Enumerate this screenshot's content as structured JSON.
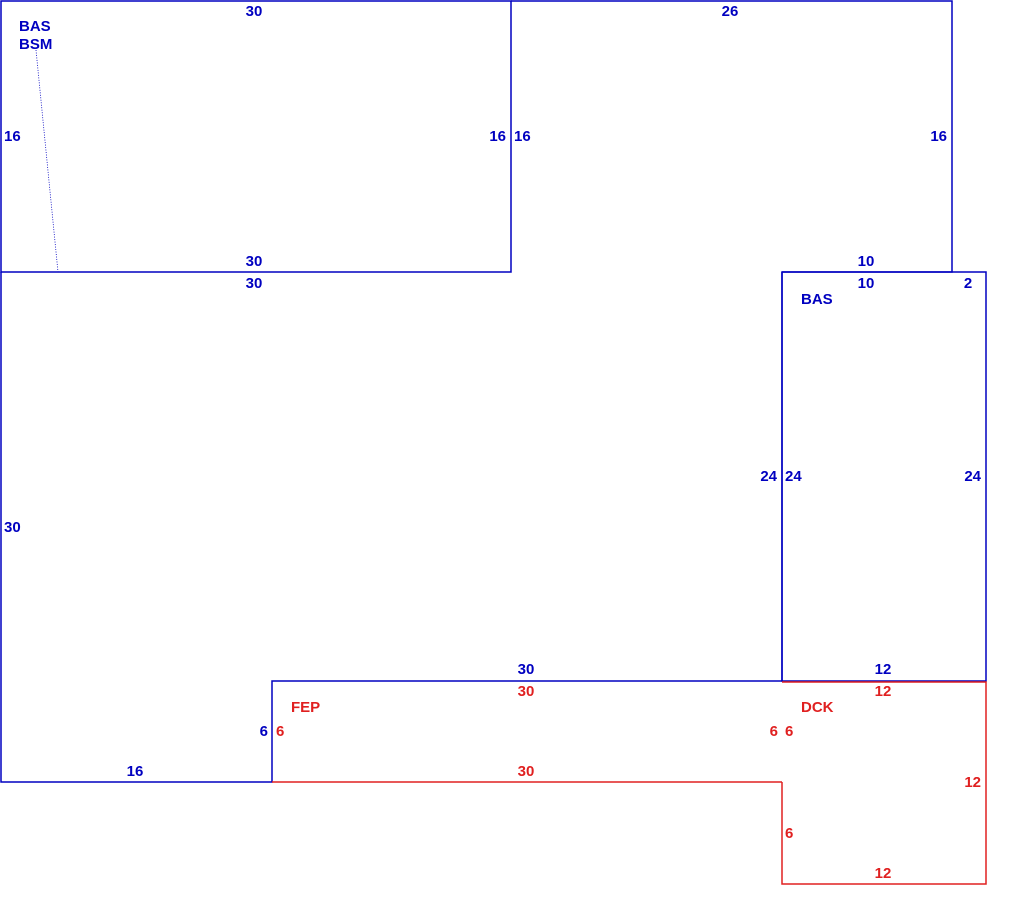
{
  "colors": {
    "blue": "#0000c0",
    "red": "#e02020"
  },
  "areas": [
    {
      "id": "bas-bsm",
      "label_1": "BAS",
      "label_2": "BSM",
      "color": "blue",
      "dims": {
        "top": "30",
        "left": "16",
        "right": "16",
        "bottom": "30"
      }
    },
    {
      "id": "upper-right",
      "color": "blue",
      "dims": {
        "top": "26",
        "left": "16",
        "right": "16",
        "bottom": "10"
      }
    },
    {
      "id": "main",
      "color": "blue",
      "dims": {
        "top": "30",
        "left": "30",
        "bottom_left": "16",
        "step": "6",
        "inner_top": "30",
        "right": "24"
      }
    },
    {
      "id": "bas",
      "label_1": "BAS",
      "color": "blue",
      "dims": {
        "top": "10",
        "top_right": "2",
        "left": "24",
        "right": "24",
        "bottom": "12"
      }
    },
    {
      "id": "fep",
      "label_1": "FEP",
      "color": "red",
      "dims": {
        "top": "30",
        "left": "6",
        "right": "6",
        "bottom": "30"
      }
    },
    {
      "id": "dck",
      "label_1": "DCK",
      "color": "red",
      "dims": {
        "top": "12",
        "left_top": "6",
        "left_bottom": "6",
        "right": "12",
        "bottom": "12"
      }
    }
  ]
}
